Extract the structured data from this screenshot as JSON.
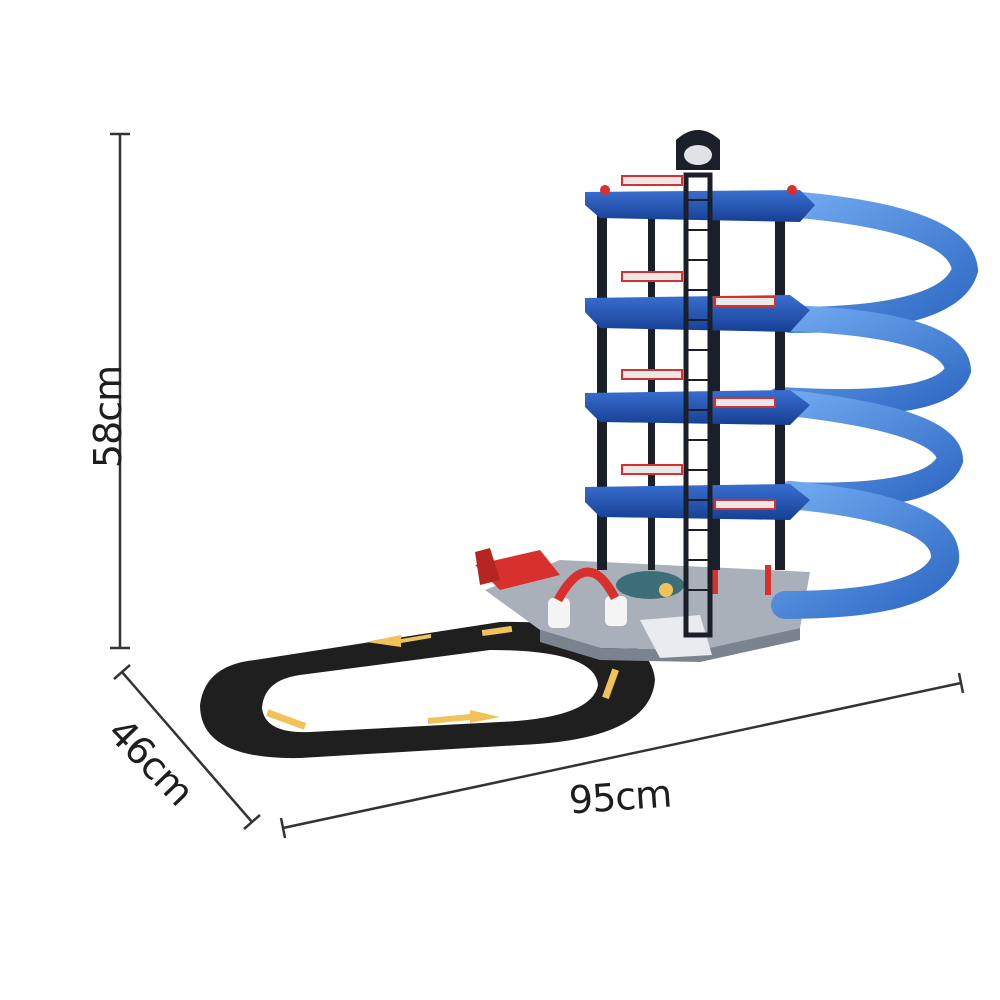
{
  "product": {
    "icon": "parking-garage-track-toy-icon",
    "colors": {
      "ramp_blue": "#3d7fd8",
      "deck_blue": "#1f4fa8",
      "pillar": "#1b1f2a",
      "road": "#222222",
      "base_gray": "#9ca3ad",
      "accent_red": "#d8302c",
      "arrow_yellow": "#f2c25a"
    }
  },
  "dimensions": {
    "height": "58cm",
    "depth": "46cm",
    "width": "95cm",
    "line_color": "#333333"
  }
}
